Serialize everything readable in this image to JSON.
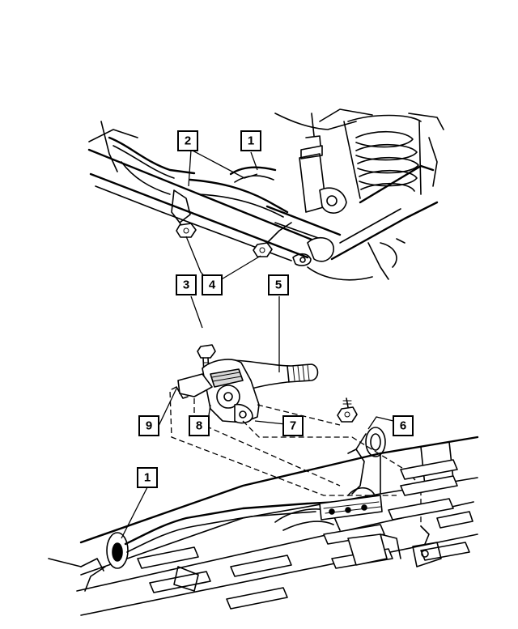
{
  "callouts": [
    {
      "id": "c1-top",
      "label": "1"
    },
    {
      "id": "c2",
      "label": "2"
    },
    {
      "id": "c3",
      "label": "3"
    },
    {
      "id": "c4",
      "label": "4"
    },
    {
      "id": "c5",
      "label": "5"
    },
    {
      "id": "c6",
      "label": "6"
    },
    {
      "id": "c7",
      "label": "7"
    },
    {
      "id": "c8",
      "label": "8"
    },
    {
      "id": "c9",
      "label": "9"
    },
    {
      "id": "c1-bottom",
      "label": "1"
    }
  ],
  "colors": {
    "ink": "#000000",
    "paper": "#ffffff",
    "shade": "#d8d8d8"
  }
}
